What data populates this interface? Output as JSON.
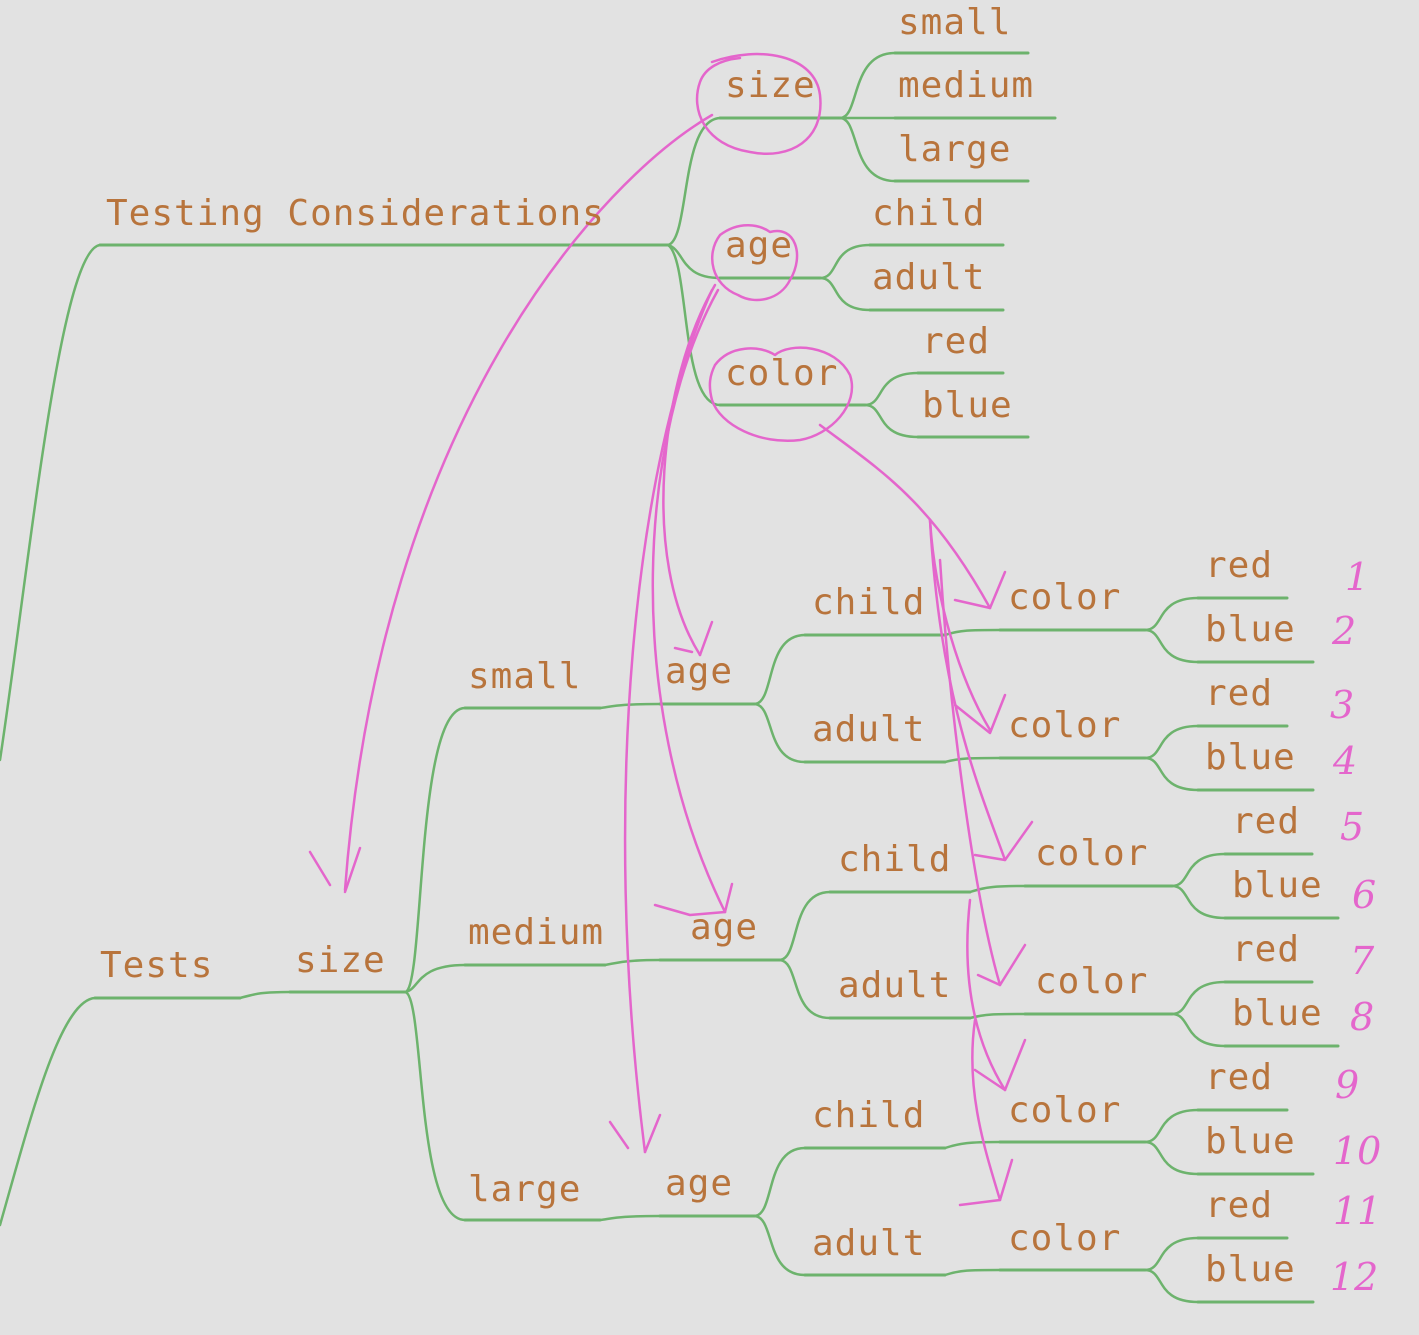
{
  "colors": {
    "background": "#e2e2e2",
    "text": "#b8743c",
    "branch_line": "#6db36d",
    "annotation": "#e466cc"
  },
  "mindmap_top": {
    "root": "Testing Considerations",
    "categories": [
      {
        "label": "size",
        "options": [
          "small",
          "medium",
          "large"
        ]
      },
      {
        "label": "age",
        "options": [
          "child",
          "adult"
        ]
      },
      {
        "label": "color",
        "options": [
          "red",
          "blue"
        ]
      }
    ]
  },
  "mindmap_bottom": {
    "root": "Tests",
    "level1": "size",
    "sizes": [
      {
        "label": "small",
        "age_label": "age",
        "ages": [
          {
            "label": "child",
            "color_label": "color",
            "colors": [
              "red",
              "blue"
            ]
          },
          {
            "label": "adult",
            "color_label": "color",
            "colors": [
              "red",
              "blue"
            ]
          }
        ]
      },
      {
        "label": "medium",
        "age_label": "age",
        "ages": [
          {
            "label": "child",
            "color_label": "color",
            "colors": [
              "red",
              "blue"
            ]
          },
          {
            "label": "adult",
            "color_label": "color",
            "colors": [
              "red",
              "blue"
            ]
          }
        ]
      },
      {
        "label": "large",
        "age_label": "age",
        "ages": [
          {
            "label": "child",
            "color_label": "color",
            "colors": [
              "red",
              "blue"
            ]
          },
          {
            "label": "adult",
            "color_label": "color",
            "colors": [
              "red",
              "blue"
            ]
          }
        ]
      }
    ]
  },
  "annotations": {
    "test_numbers": [
      "1",
      "2",
      "3",
      "4",
      "5",
      "6",
      "7",
      "8",
      "9",
      "10",
      "11",
      "12"
    ],
    "circled_nodes": [
      "size",
      "age",
      "color"
    ]
  }
}
